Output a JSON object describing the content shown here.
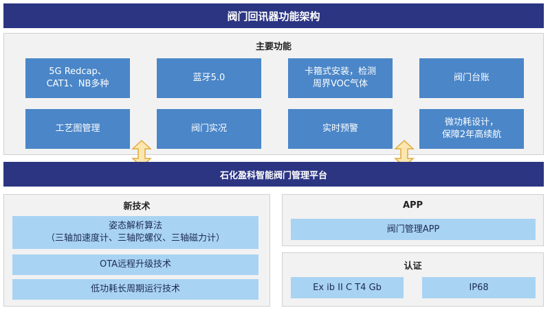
{
  "title": "阀门回讯器功能架构",
  "main": {
    "heading": "主要功能",
    "items": [
      "5G Redcap、\nCAT1、NB多种",
      "蓝牙5.0",
      "卡箍式安装，检测\n周界VOC气体",
      "阀门台账",
      "工艺图管理",
      "阀门实况",
      "实时预警",
      "微功耗设计，\n保障2年高续航"
    ]
  },
  "platform": "石化盈科智能阀门管理平台",
  "tech": {
    "heading": "新技术",
    "items": [
      "姿态解析算法\n（三轴加速度计、三轴陀螺仪、三轴磁力计）",
      "OTA远程升级技术",
      "低功耗长周期运行技术"
    ]
  },
  "app": {
    "heading": "APP",
    "items": [
      "阀门管理APP"
    ]
  },
  "cert": {
    "heading": "认证",
    "items": [
      "Ex ib  II C T4 Gb",
      "IP68"
    ]
  },
  "colors": {
    "banner": "#2b3582",
    "dark_box": "#4a86c8",
    "light_box": "#a9d3f2",
    "arrow_fill": "#fde7b0",
    "arrow_stroke": "#e2a93b"
  }
}
